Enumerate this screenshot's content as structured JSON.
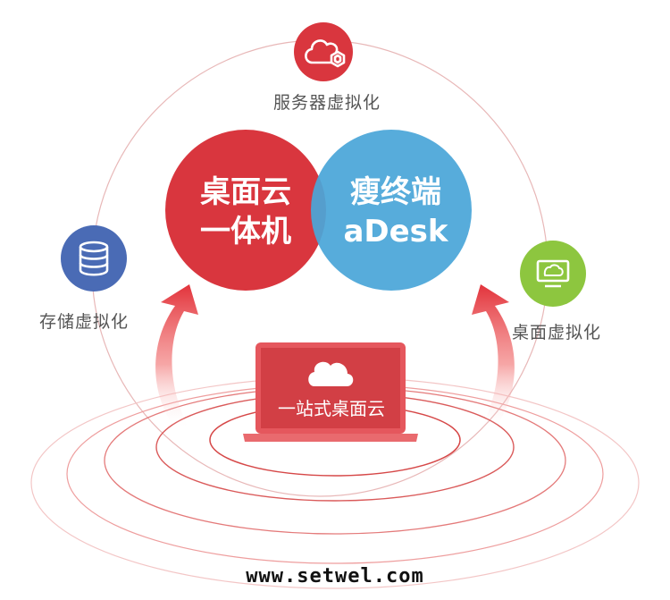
{
  "diagram": {
    "outer_ring_nodes": {
      "server_virtualization": {
        "label": "服务器虚拟化",
        "icon": "cloud-hexagon-icon",
        "color": "#d9363e"
      },
      "storage_virtualization": {
        "label": "存储虚拟化",
        "icon": "database-icon",
        "color": "#4a6bb5"
      },
      "desktop_virtualization": {
        "label": "桌面虚拟化",
        "icon": "monitor-cloud-icon",
        "color": "#8dc63f"
      }
    },
    "center_circles": {
      "left": {
        "line1": "桌面云",
        "line2": "一体机",
        "color": "#d9363e"
      },
      "right": {
        "line1": "瘦终端",
        "line2": "aDesk",
        "color": "#4aa6d8"
      }
    },
    "laptop": {
      "label": "一站式桌面云",
      "icon": "cloud-icon",
      "color": "#d9363e"
    }
  },
  "watermark": "www.setwel.com"
}
